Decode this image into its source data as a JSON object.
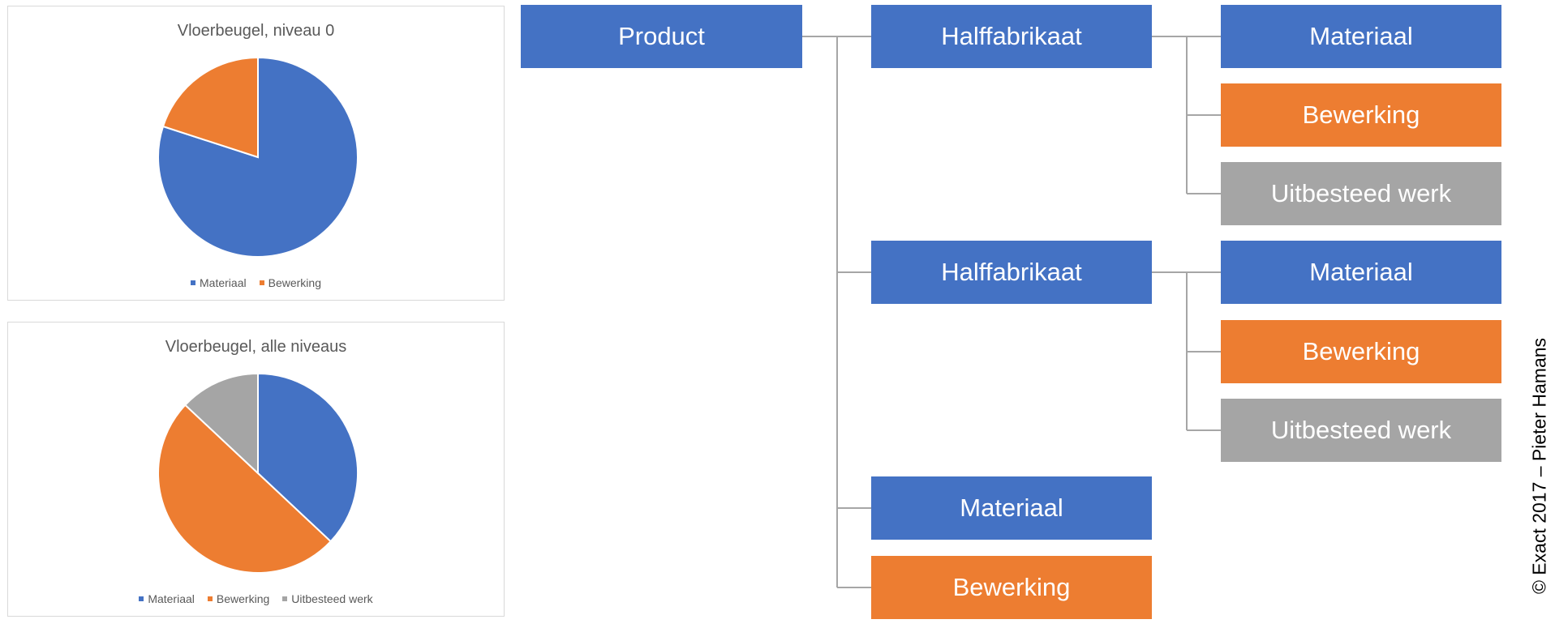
{
  "colors": {
    "blue": "#4472C4",
    "orange": "#ED7D31",
    "gray": "#A5A5A5",
    "connector": "#A6A6A6"
  },
  "chart_data": [
    {
      "type": "pie",
      "title": "Vloerbeugel, niveau 0",
      "categories": [
        "Materiaal",
        "Bewerking"
      ],
      "values": [
        80,
        20
      ],
      "legend": "bottom"
    },
    {
      "type": "pie",
      "title": "Vloerbeugel, alle niveaus",
      "categories": [
        "Materiaal",
        "Bewerking",
        "Uitbesteed werk"
      ],
      "values": [
        37,
        50,
        13
      ],
      "legend": "bottom"
    }
  ],
  "diagram": {
    "product": "Product",
    "halffabrikaat_1": {
      "label": "Halffabrikaat",
      "children": [
        "Materiaal",
        "Bewerking",
        "Uitbesteed werk"
      ]
    },
    "halffabrikaat_2": {
      "label": "Halffabrikaat",
      "children": [
        "Materiaal",
        "Bewerking",
        "Uitbesteed werk"
      ]
    },
    "materiaal": "Materiaal",
    "bewerking": "Bewerking"
  },
  "copyright": "© Exact 2017 – Pieter Hamans"
}
